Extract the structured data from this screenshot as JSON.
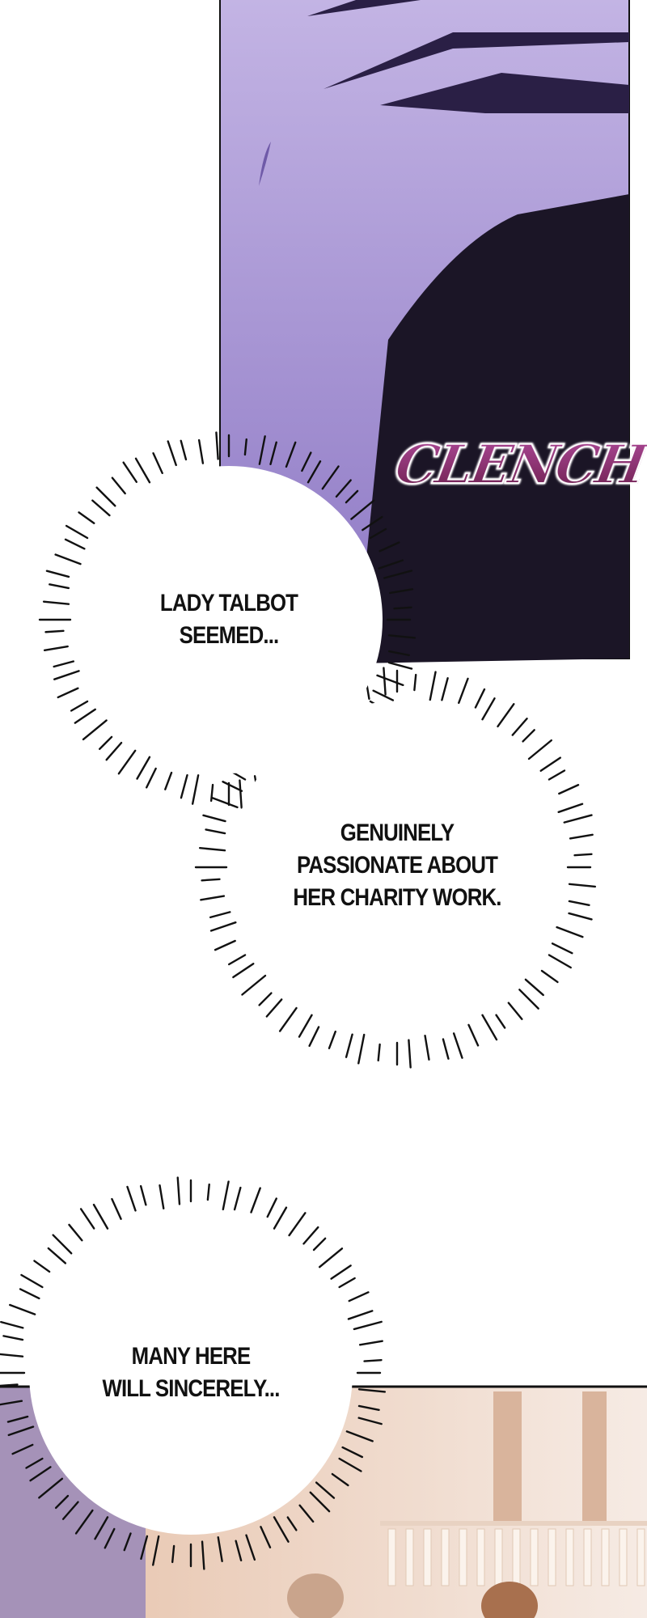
{
  "panel_top": {
    "sfx": "CLENCH"
  },
  "bubbles": [
    {
      "lines": [
        "LADY TALBOT",
        "SEEMED..."
      ]
    },
    {
      "lines": [
        "GENUINELY",
        "PASSIONATE ABOUT",
        "HER CHARITY WORK."
      ]
    },
    {
      "lines": [
        "MANY HERE",
        "WILL SINCERELY..."
      ]
    }
  ],
  "colors": {
    "lavender": "#b3a2d8",
    "dark": "#1b1526",
    "beige": "#f3e2d6"
  }
}
